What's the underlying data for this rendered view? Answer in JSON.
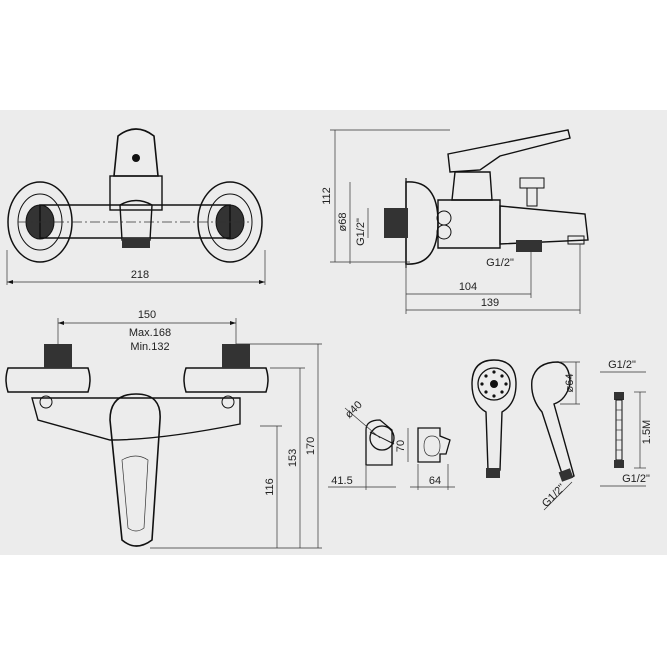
{
  "dims": {
    "d218": "218",
    "d112": "112",
    "d68": "ø68",
    "g12_left": "G1/2\"",
    "g12_bottom": "G1/2\"",
    "d104": "104",
    "d139": "139",
    "d150": "150",
    "max168": "Max.168",
    "min132": "Min.132",
    "d116": "116",
    "d153": "153",
    "d170": "170",
    "d40": "ø40",
    "d70": "70",
    "d41_5": "41.5",
    "d64w": "64",
    "d64d": "ø64",
    "g12_hose_top": "G1/2\"",
    "hose_len": "1.5M",
    "g12_hose_bottom": "G1/2\"",
    "g12_shower": "G1/2\""
  },
  "colors": {
    "line": "#111111",
    "background": "#eeeeee",
    "band": "#e8e8e8"
  }
}
